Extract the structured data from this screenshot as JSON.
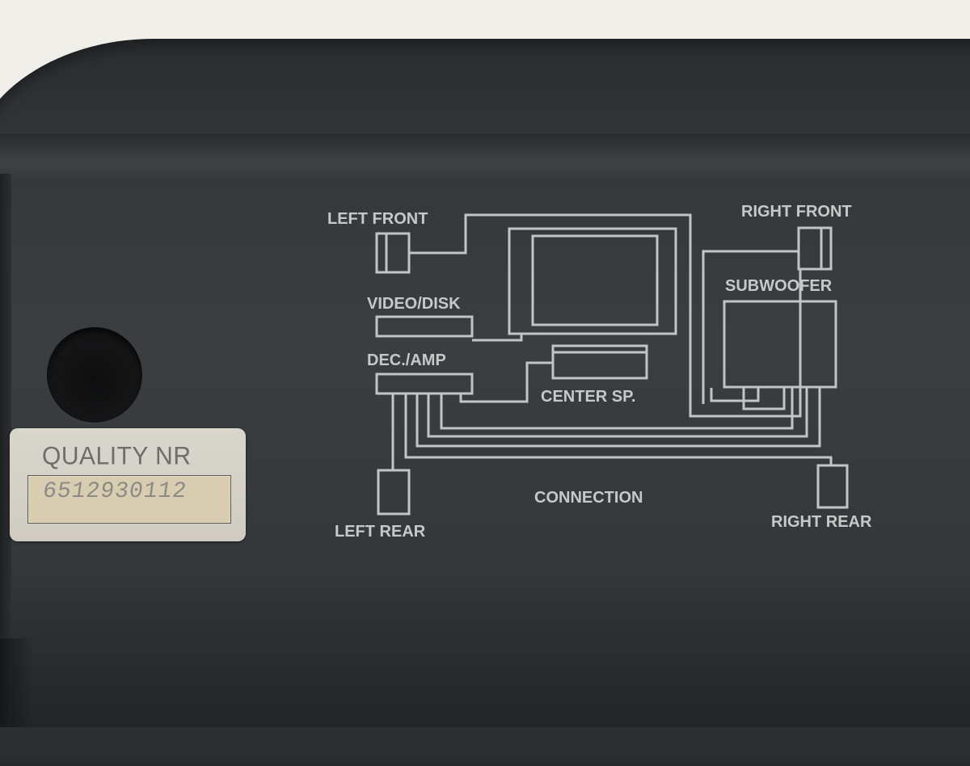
{
  "sticker": {
    "title": "QUALITY NR",
    "number": "6512930112"
  },
  "diagram": {
    "left_front": "LEFT FRONT",
    "right_front": "RIGHT FRONT",
    "subwoofer": "SUBWOOFER",
    "video_disk": "VIDEO/DISK",
    "dec_amp": "DEC./AMP",
    "center_sp": "CENTER SP.",
    "connection": "CONNECTION",
    "left_rear": "LEFT REAR",
    "right_rear": "RIGHT REAR"
  },
  "colors": {
    "housing": "#363a3d",
    "print": "#c7c9c9",
    "sticker": "#d3d0c7",
    "number_field": "#d8cdb0"
  }
}
